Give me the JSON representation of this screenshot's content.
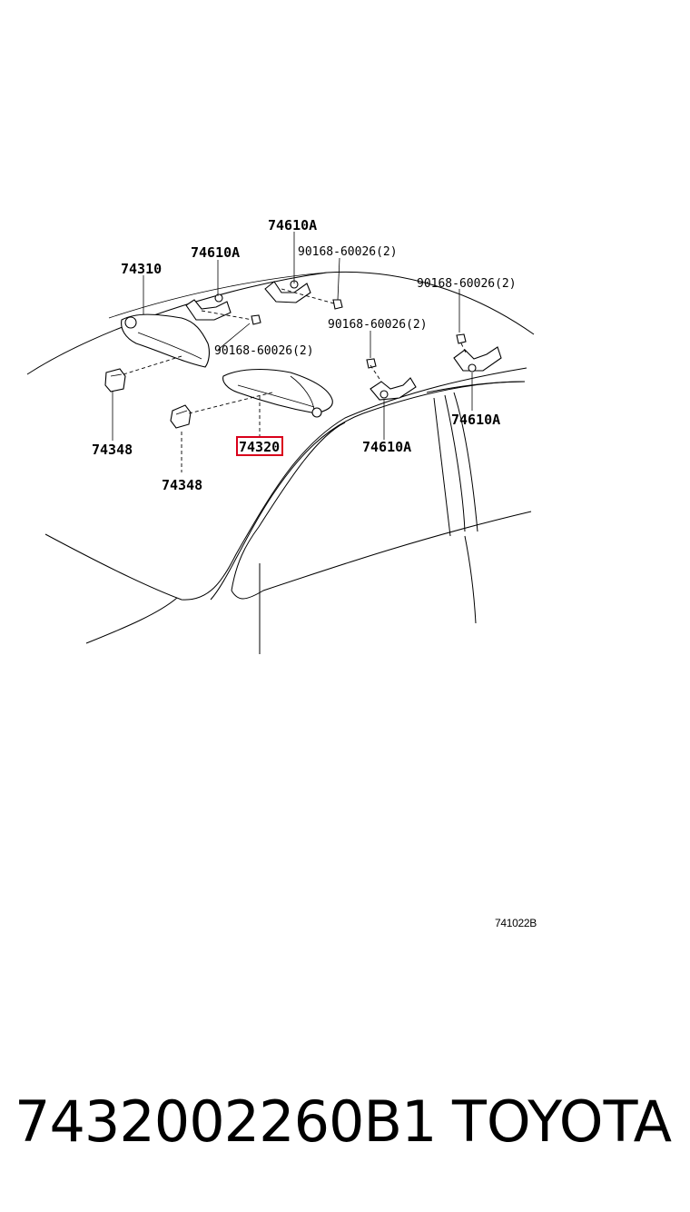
{
  "diagram": {
    "labels": {
      "top_bracket": "74610A",
      "left_bracket": "74610A",
      "left_visor": "74310",
      "screw_top": "90168-60026(2)",
      "screw_right": "90168-60026(2)",
      "screw_middle": "90168-60026(2)",
      "screw_left": "90168-60026(2)",
      "right_bracket": "74610A",
      "lower_bracket": "74610A",
      "holder_left": "74348",
      "holder_right": "74348",
      "highlighted_visor": "74320"
    },
    "reference_code": "741022B",
    "highlight_color": "#d9001b"
  },
  "footer": {
    "part_number": "7432002260B1",
    "brand": "TOYOTA"
  }
}
